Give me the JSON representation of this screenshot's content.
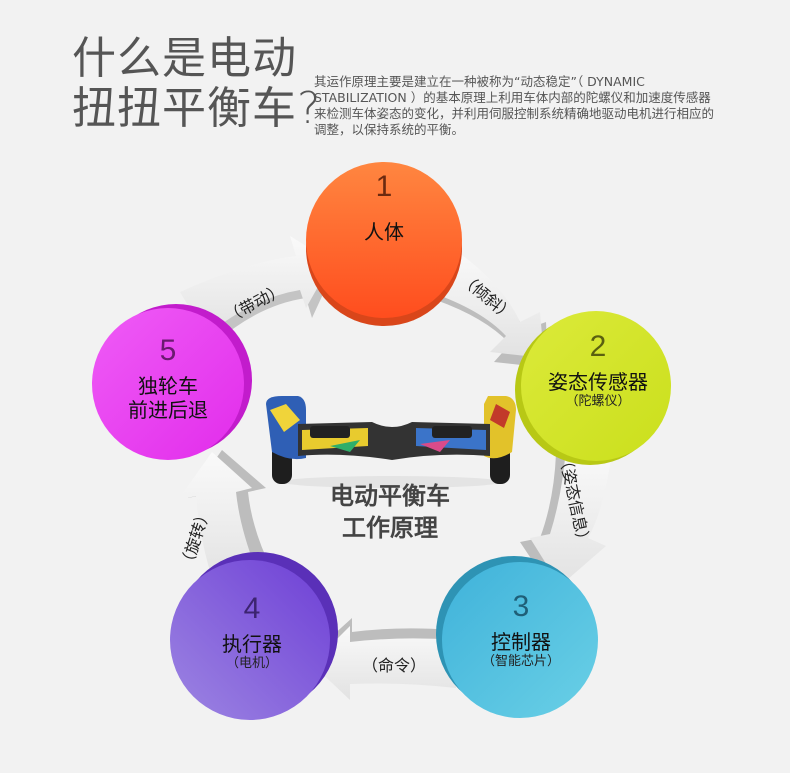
{
  "header": {
    "title_line1": "什么是电动",
    "title_line2": "扭扭平衡车?",
    "description": "其运作原理主要是建立在一种被称为“动态稳定”（ DYNAMIC STABILIZATION ）的基本原理上利用车体内部的陀螺仪和加速度传感器来检测车体姿态的变化，并利用伺服控制系统精确地驱动电机进行相应的调整，以保持系统的平衡。"
  },
  "center": {
    "line1": "电动平衡车",
    "line2": "工作原理",
    "image": "hoverboard-graffiti-image"
  },
  "nodes": [
    {
      "num": "1",
      "label": "人体",
      "sub": "",
      "color": "#ff6a2e",
      "num_color": "#6b2a10"
    },
    {
      "num": "2",
      "label": "姿态传感器",
      "sub": "（陀螺仪）",
      "color": "#d4e629",
      "num_color": "#5a6010"
    },
    {
      "num": "3",
      "label": "控制器",
      "sub": "（智能芯片）",
      "color": "#4cbcde",
      "num_color": "#1f5f78"
    },
    {
      "num": "4",
      "label": "执行器",
      "sub": "（电机）",
      "color": "#7b4fdc",
      "num_color": "#3c2470"
    },
    {
      "num": "5",
      "label_line1": "独轮车",
      "label_line2": "前进后退",
      "color": "#e83cf0",
      "num_color": "#6b1a70"
    }
  ],
  "arrows": [
    {
      "label": "（倾斜）",
      "from": "1",
      "to": "2"
    },
    {
      "label": "（姿态信息）",
      "from": "2",
      "to": "3"
    },
    {
      "label": "（命令）",
      "from": "3",
      "to": "4"
    },
    {
      "label": "（旋转）",
      "from": "4",
      "to": "5"
    },
    {
      "label": "（带动）",
      "from": "5",
      "to": "1"
    }
  ]
}
